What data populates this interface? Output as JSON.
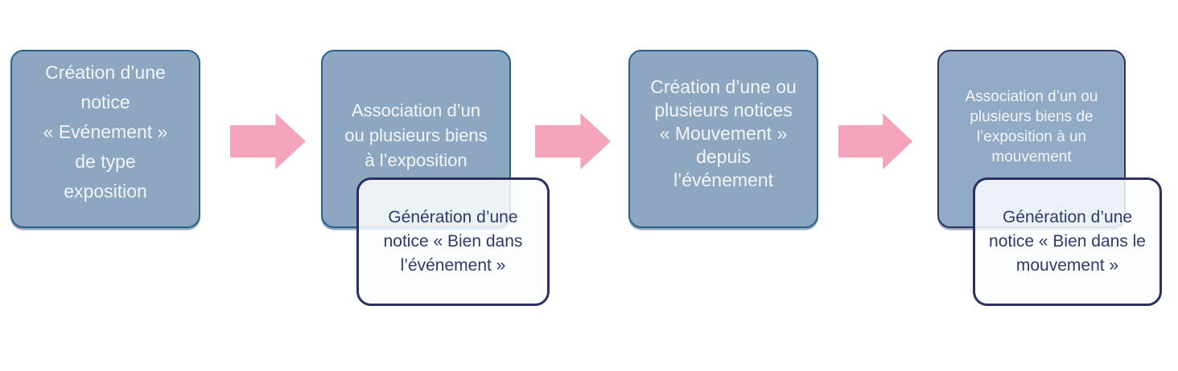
{
  "flowchart": {
    "description": "Process flow for exhibition event records",
    "steps": [
      {
        "id": 1,
        "label": "Création d’une\nnotice\n« Evénement »\nde type\nexposition"
      },
      {
        "id": 2,
        "label": "Association d’un\nou plusieurs biens\nà l’exposition"
      },
      {
        "id": 3,
        "label": "Création d’une ou\nplusieurs notices\n« Mouvement »\ndepuis\nl’événement"
      },
      {
        "id": 4,
        "label": "Association d’un ou\nplusieurs biens de\nl’exposition à un\nmouvement"
      }
    ],
    "callouts": [
      {
        "attached_to_step": 2,
        "label": "Génération d’une\nnotice « Bien dans\nl’événement »"
      },
      {
        "attached_to_step": 4,
        "label": "Génération d’une\nnotice « Bien dans le\nmouvement »"
      }
    ],
    "connectors": [
      {
        "from": 1,
        "to": 2,
        "type": "block-arrow-right"
      },
      {
        "from": 2,
        "to": 3,
        "type": "block-arrow-right"
      },
      {
        "from": 3,
        "to": 4,
        "type": "block-arrow-right"
      }
    ]
  },
  "colors": {
    "box_fill": "#8da7c1",
    "box_fill_4": "#91aac5",
    "box_border": "#26628c",
    "box_border_4": "#2f3366",
    "box_text": "#f2f5f8",
    "arrow_pink": "#f4a5bb",
    "callout_border": "#2b2f63",
    "callout_text": "#2f3a6b",
    "canvas_bg": "#ffffff"
  }
}
